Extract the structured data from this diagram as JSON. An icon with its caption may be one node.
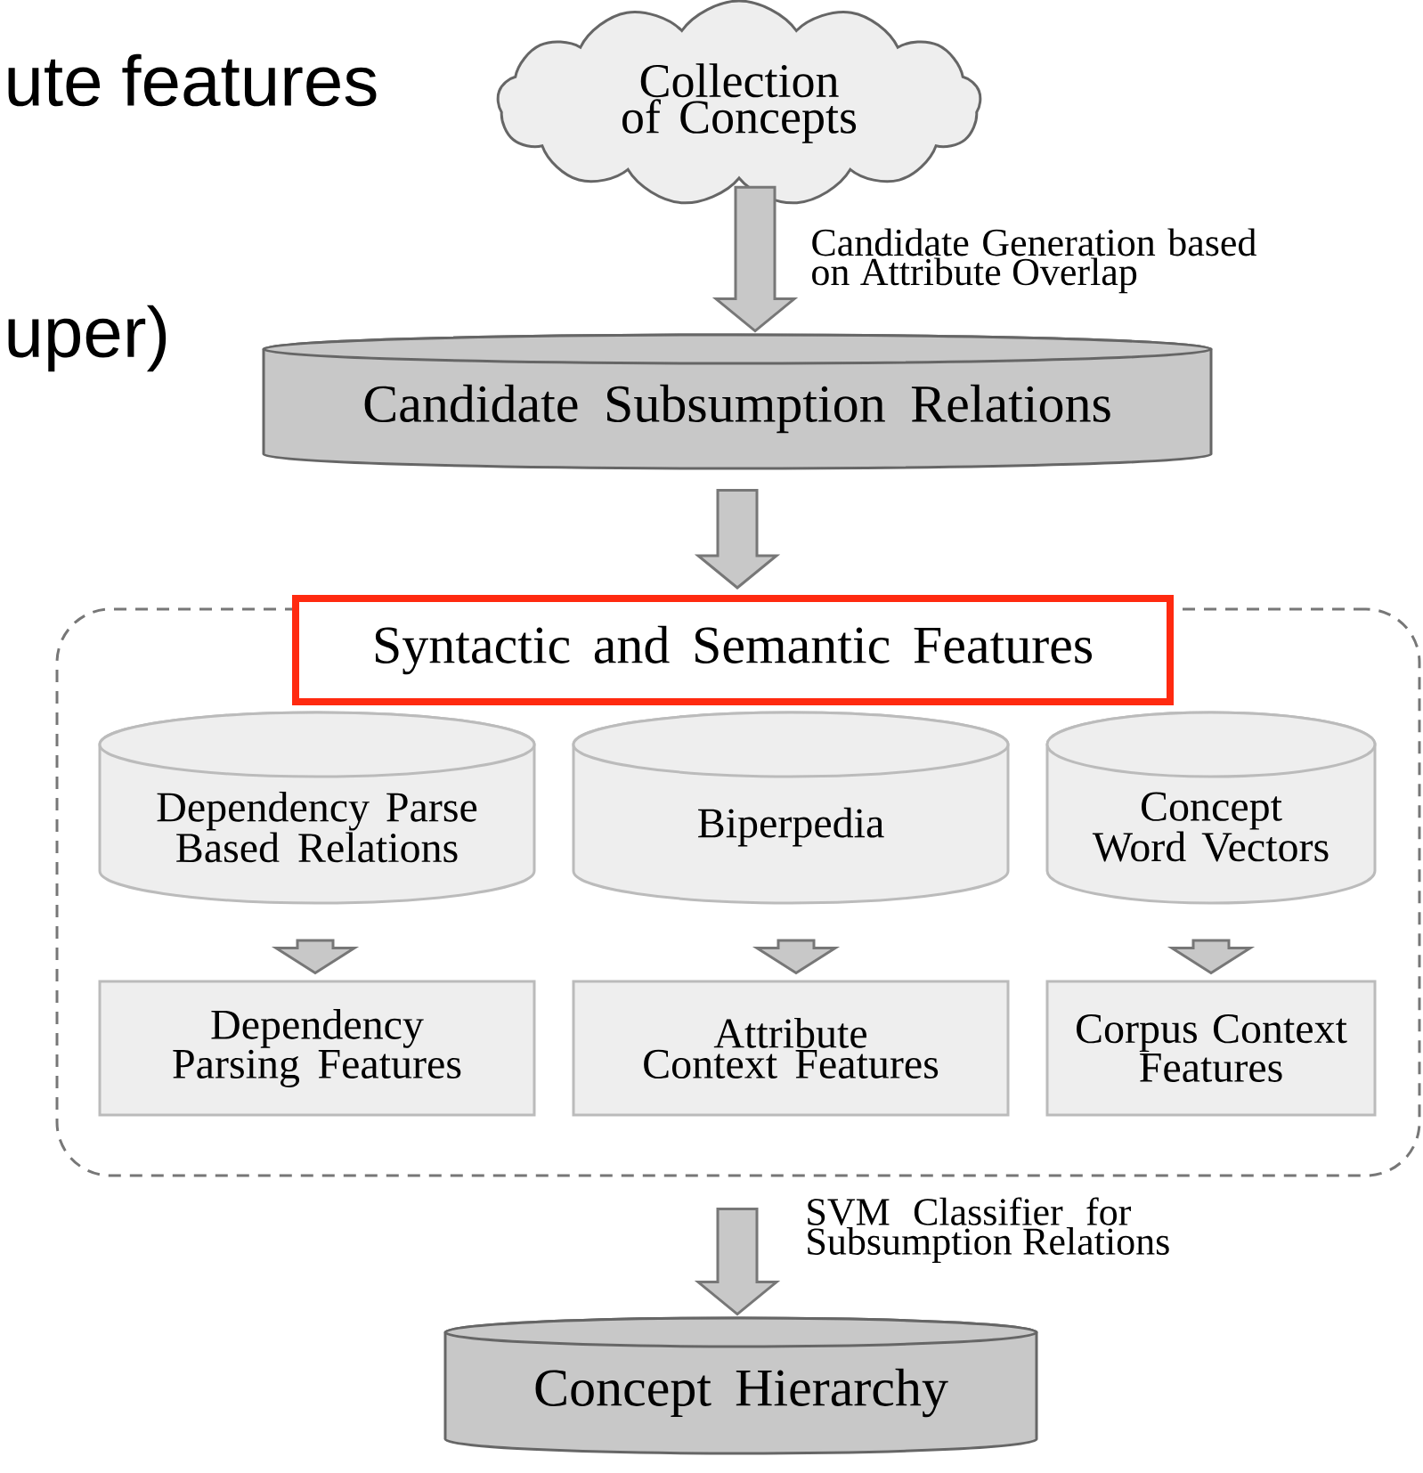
{
  "diagram": {
    "nodes": [
      {
        "text": [
          "Collection of Concepts"
        ]
      },
      {
        "text": [
          "Candidate Subsumption Relations"
        ]
      },
      {
        "text": [],
        "shape": "box"
      },
      {
        "text": [
          "Syntactic and Semantic Features"
        ]
      },
      {
        "text": [
          "Dependency Parse Based Relations"
        ],
        "in": 2
      },
      {
        "text": [
          "Biperpedia"
        ],
        "in": 2
      },
      {
        "text": [
          "Concept Word Vectors"
        ],
        "in": 2
      },
      {
        "text": [
          "Dependency Parsing Features"
        ],
        "in": 2
      },
      {
        "text": [
          "Attribute Context Features"
        ],
        "in": 2
      },
      {
        "text": [
          "Corpus Context Features"
        ],
        "in": 2
      },
      {
        "text": [
          "Concept Hierarchy"
        ]
      }
    ],
    "edges": [
      {
        "from": 0,
        "to": 1,
        "arrow": "to",
        "label": "Candidate Generation based on Attribute Overlap"
      },
      {
        "from": 1,
        "to": 3,
        "arrow": "to"
      },
      {
        "from": 4,
        "to": 7,
        "arrow": "to"
      },
      {
        "from": 5,
        "to": 8,
        "arrow": "to"
      },
      {
        "from": 6,
        "to": 9,
        "arrow": "to"
      },
      {
        "from": 2,
        "to": 10,
        "arrow": "to",
        "label": "SVM Classifier for Subsumption Relations"
      }
    ],
    "labels": [
      "ute features",
      "uper)"
    ]
  }
}
